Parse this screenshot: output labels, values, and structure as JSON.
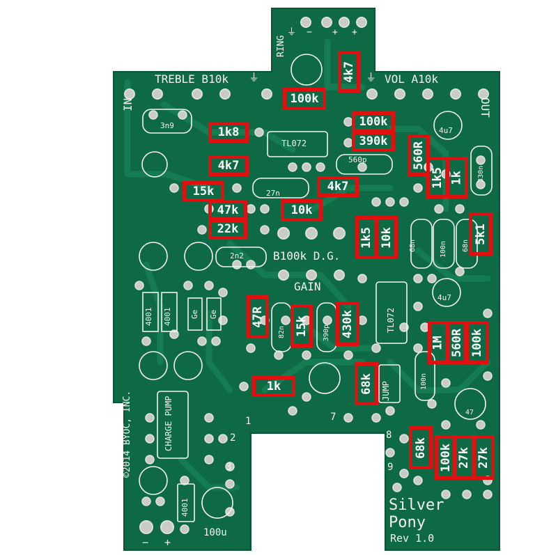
{
  "board": {
    "name_line1": "Silver",
    "name_line2": "Pony",
    "revision": "Rev 1.0",
    "copyright": "©2014 BYOC, INC.",
    "colors": {
      "pcb": "#0e6a44",
      "trace": "#157a50",
      "silk": "#f4f4f0",
      "highlight": "#e01010",
      "pad": "#c9cbc6"
    }
  },
  "header_labels": {
    "ring": "RING",
    "ground": "⏚",
    "minus": "−",
    "plus1": "+",
    "plus2": "+"
  },
  "jack_labels": {
    "in": "IN",
    "out": "OUT"
  },
  "pot_labels": {
    "treble": "TREBLE B10k",
    "vol": "VOL A10k",
    "drive": "B100k D.G.",
    "gain": "GAIN"
  },
  "power_labels": {
    "minus": "−",
    "plus": "+"
  },
  "highlighted_parts": {
    "r_4k7_top": "4k7",
    "r_100k_a": "100k",
    "r_1k8": "1k8",
    "r_100k_b": "100k",
    "r_390k": "390k",
    "r_4k7_a": "4k7",
    "r_560r_a": "560R",
    "r_1k5_a": "1k5",
    "r_1k_a": "1k",
    "r_15k_a": "15k",
    "r_4k7_b": "4k7",
    "r_47k": "47k",
    "r_10k_a": "10k",
    "r_22k": "22k",
    "r_1k5_b": "1k5",
    "r_10k_b": "10k",
    "r_5k1": "5k1",
    "r_47r": "47R",
    "r_15k_b": "15k",
    "r_430k": "430k",
    "r_1m": "1M",
    "r_560r_b": "560R",
    "r_100k_c": "100k",
    "r_1k_b": "1k",
    "r_68k_a": "68k",
    "r_68k_b": "68k",
    "r_100k_d": "100k",
    "r_27k_a": "27k",
    "r_27k_b": "27k"
  },
  "silk_parts": {
    "c_3n9": "3n9",
    "ic_tl072_a": "TL072",
    "c_560p": "560p",
    "c_27n": "27n",
    "c_4u7_a": "4u7",
    "c_330n": "330n",
    "c_68n_a": "68n",
    "c_100n_a": "100n",
    "c_68n_b": "68n",
    "c_2n2": "2n2",
    "c_82n": "82n",
    "c_390p": "390p",
    "ic_tl072_b": "TL072",
    "c_4u7_b": "4u7",
    "c_100n_b": "100n",
    "jump": "JUMP",
    "c_47": "47",
    "c_100u": "100u",
    "ic_charge_pump": "CHARGE PUMP",
    "d_4001_a": "4001",
    "d_4001_b": "4001",
    "d_4001_c": "4001",
    "d_ge_a": "Ge",
    "d_ge_b": "Ge",
    "pad_1": "1",
    "pad_2": "2",
    "pad_3": "3",
    "pad_7": "7",
    "pad_8": "8",
    "pad_9": "9"
  }
}
